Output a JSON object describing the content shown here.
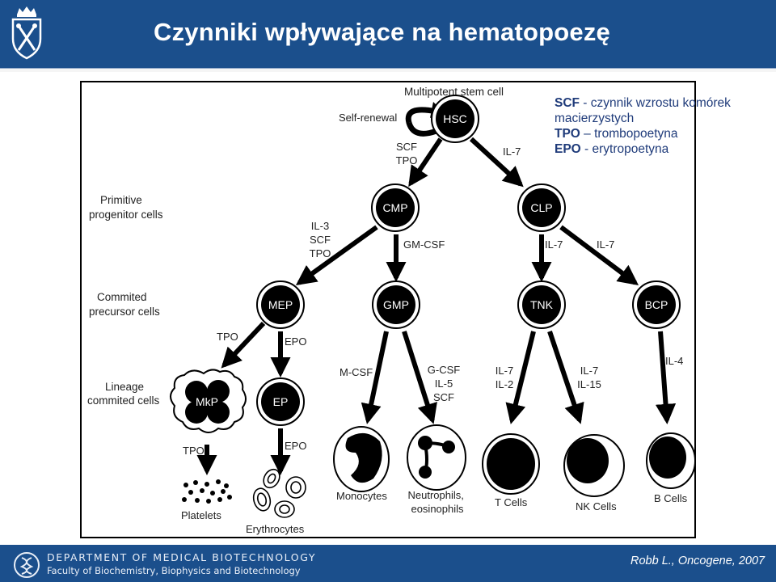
{
  "header": {
    "title": "Czynniki wpływające na hematopoezę"
  },
  "legend": {
    "lines": [
      {
        "abbr": "SCF",
        "text": " - czynnik wzrostu komórek"
      },
      {
        "abbr": "",
        "text": "macierzystych"
      },
      {
        "abbr": "TPO",
        "text": " – trombopoetyna"
      },
      {
        "abbr": "EPO",
        "text": " - erytropoetyna"
      }
    ]
  },
  "diagram": {
    "row_labels": {
      "primitive": [
        "Primitive",
        "progenitor cells"
      ],
      "commited": [
        "Commited",
        "precursor cells"
      ],
      "lineage": [
        "Lineage",
        "commited cells"
      ]
    },
    "stem_title": "Multipotent stem cell",
    "self_renewal": "Self-renewal",
    "cells": {
      "hsc": "HSC",
      "cmp": "CMP",
      "clp": "CLP",
      "mep": "MEP",
      "gmp": "GMP",
      "tnk": "TNK",
      "bcp": "BCP",
      "mkp": "MkP",
      "ep": "EP"
    },
    "factors": {
      "hsc_cmp": [
        "SCF",
        "TPO"
      ],
      "hsc_clp": [
        "IL-7"
      ],
      "cmp_mep": [
        "IL-3",
        "SCF",
        "TPO"
      ],
      "cmp_gmp": [
        "GM-CSF"
      ],
      "clp_tnk": [
        "IL-7"
      ],
      "clp_bcp": [
        "IL-7"
      ],
      "mep_mkp": [
        "TPO"
      ],
      "mep_ep": [
        "EPO"
      ],
      "gmp_mono": [
        "M-CSF"
      ],
      "gmp_neutro": [
        "G-CSF",
        "IL-5",
        "SCF"
      ],
      "tnk_t": [
        "IL-7",
        "IL-2"
      ],
      "tnk_nk": [
        "IL-7",
        "IL-15"
      ],
      "bcp_b": [
        "IL-4"
      ],
      "mkp_plt": [
        "TPO"
      ],
      "ep_ery": [
        "EPO"
      ]
    },
    "final_labels": {
      "platelets": "Platelets",
      "erythrocytes": "Erythrocytes",
      "monocytes": "Monocytes",
      "neutrophils": [
        "Neutrophils,",
        "eosinophils"
      ],
      "tcells": "T Cells",
      "nkcells": "NK Cells",
      "bcells": "B Cells"
    }
  },
  "footer": {
    "department": "DEPARTMENT OF MEDICAL BIOTECHNOLOGY",
    "faculty": "Faculty of Biochemistry, Biophysics and Biotechnology",
    "citation": "Robb L., Oncogene, 2007"
  }
}
